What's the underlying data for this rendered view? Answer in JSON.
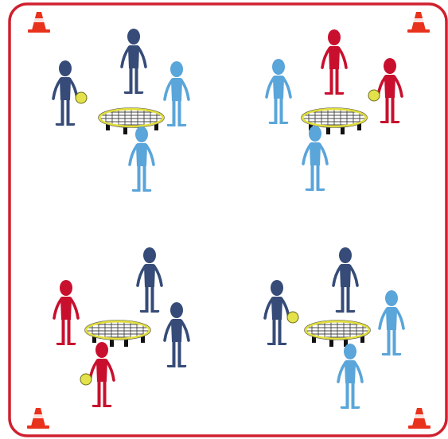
{
  "colors": {
    "background": "#ffffff",
    "boundary": "#d0202f",
    "cone": "#e8321c",
    "cone_stripe": "#ffffff",
    "dark_blue": "#364b78",
    "light_blue": "#5aa5da",
    "red": "#c8102e",
    "ball": "#e4e24a",
    "ball_outline": "#6b6b1c",
    "net_rim": "#e1de3d",
    "net_lines": "#444444",
    "net_legs": "#111111"
  },
  "icons": {
    "cone": "traffic-cone-icon",
    "player": "player-figure-icon",
    "ball": "ball-icon",
    "net": "spikeball-net-icon"
  },
  "courts": [
    {
      "name": "court-top-left",
      "players": [
        {
          "team": "dark_blue",
          "ball": true
        },
        {
          "team": "dark_blue",
          "ball": false
        },
        {
          "team": "light_blue",
          "ball": false
        },
        {
          "team": "light_blue",
          "ball": false
        }
      ]
    },
    {
      "name": "court-top-right",
      "players": [
        {
          "team": "light_blue",
          "ball": false
        },
        {
          "team": "red",
          "ball": false
        },
        {
          "team": "red",
          "ball": true
        },
        {
          "team": "light_blue",
          "ball": false
        }
      ]
    },
    {
      "name": "court-bottom-left",
      "players": [
        {
          "team": "red",
          "ball": false
        },
        {
          "team": "dark_blue",
          "ball": false
        },
        {
          "team": "dark_blue",
          "ball": false
        },
        {
          "team": "red",
          "ball": true
        }
      ]
    },
    {
      "name": "court-bottom-right",
      "players": [
        {
          "team": "dark_blue",
          "ball": true
        },
        {
          "team": "dark_blue",
          "ball": false
        },
        {
          "team": "light_blue",
          "ball": false
        },
        {
          "team": "light_blue",
          "ball": false
        }
      ]
    }
  ]
}
